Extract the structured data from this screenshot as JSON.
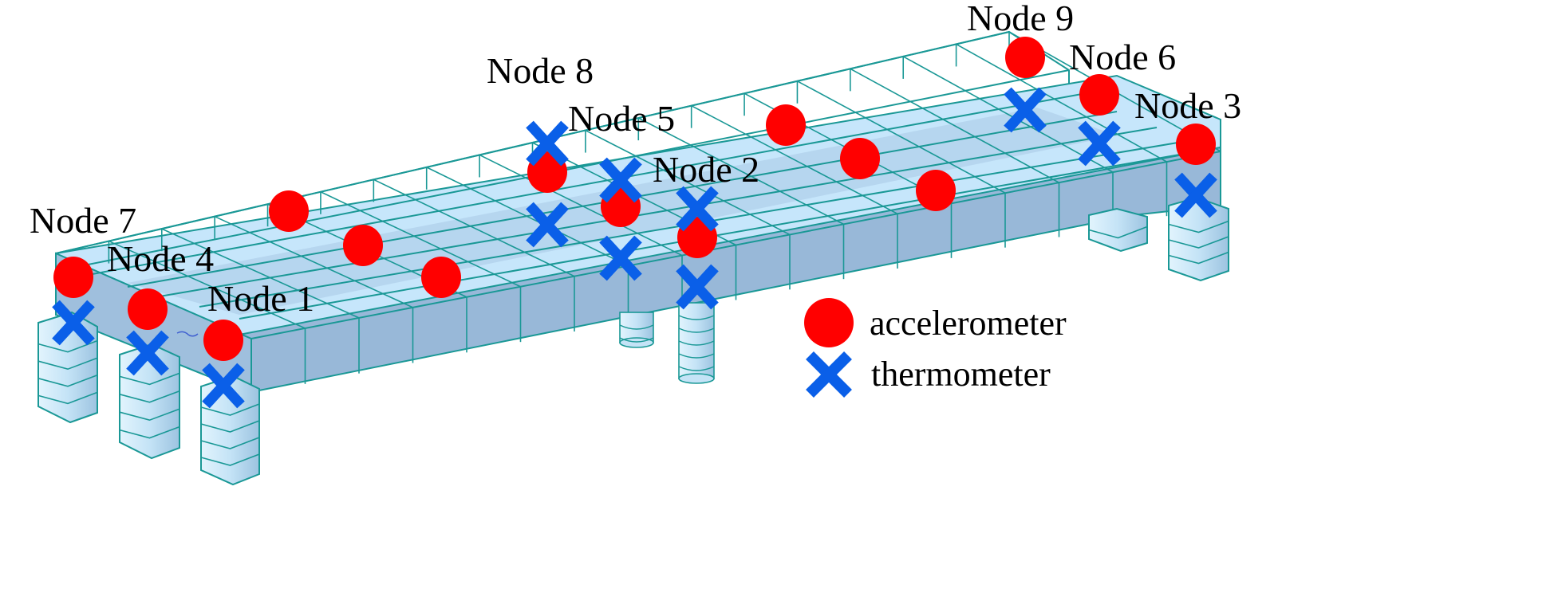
{
  "figure": {
    "type": "bridge finite element model with sensor layout",
    "colors": {
      "accelerometer": "#ff0000",
      "thermometer": "#0a5fe8",
      "mesh_line": "#1a9896",
      "deck_light": "#c6e6fb",
      "deck_mid": "#b4d7f2",
      "girder_face": "#98b8d8",
      "pier_light": "#cdebfb"
    }
  },
  "node_labels": [
    {
      "id": "node-7",
      "text": "Node 7"
    },
    {
      "id": "node-4",
      "text": "Node 4"
    },
    {
      "id": "node-1",
      "text": "Node 1"
    },
    {
      "id": "node-8",
      "text": "Node 8"
    },
    {
      "id": "node-5",
      "text": "Node 5"
    },
    {
      "id": "node-2",
      "text": "Node 2"
    },
    {
      "id": "node-9",
      "text": "Node 9"
    },
    {
      "id": "node-6",
      "text": "Node 6"
    },
    {
      "id": "node-3",
      "text": "Node 3"
    }
  ],
  "sensors": {
    "accelerometer_count": 15,
    "thermometer_count": 12
  },
  "legend": {
    "items": [
      {
        "symbol": "red-circle",
        "label": "accelerometer"
      },
      {
        "symbol": "blue-cross",
        "label": "thermometer"
      }
    ]
  }
}
